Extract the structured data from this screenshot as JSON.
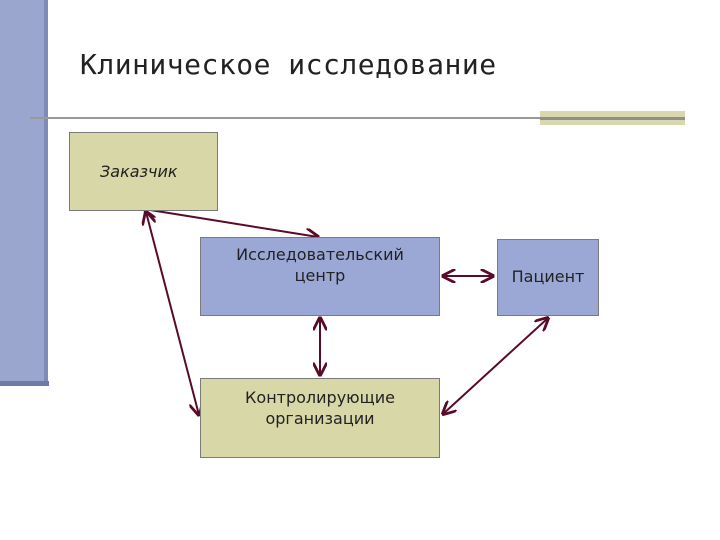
{
  "slide": {
    "title": "Клиническое исследование"
  },
  "diagram": {
    "nodes": {
      "customer": "Заказчик",
      "research_center": "Исследовательский\nцентр",
      "patient": "Пациент",
      "control_orgs": "Контролирующие\nорганизации"
    },
    "edges": [
      {
        "from": "customer",
        "to": "research_center",
        "directed": "both"
      },
      {
        "from": "customer",
        "to": "control_orgs",
        "directed": "both"
      },
      {
        "from": "research_center",
        "to": "patient",
        "directed": "both"
      },
      {
        "from": "research_center",
        "to": "control_orgs",
        "directed": "both"
      },
      {
        "from": "patient",
        "to": "control_orgs",
        "directed": "both"
      }
    ]
  },
  "colors": {
    "box_tan": "#d8d7a8",
    "box_blue": "#9ba8d6",
    "arrow": "#5a0a2a",
    "side_bar": "#9aa6ce"
  }
}
